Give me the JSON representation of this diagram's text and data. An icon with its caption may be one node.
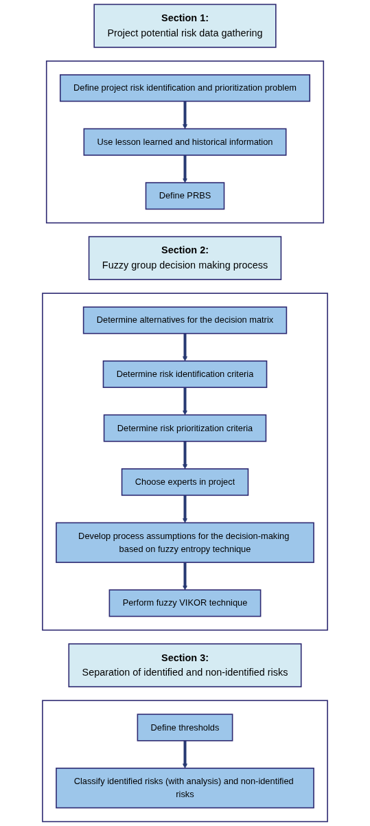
{
  "diagram": {
    "nodes": [
      {
        "text": [
          "Section 1:",
          "Project potential risk data gathering"
        ]
      },
      {
        "text": [],
        "shape": "box"
      },
      {
        "text": [
          "Define project risk identification and prioritization problem"
        ],
        "in": 1
      },
      {
        "text": [
          "Use lesson learned and historical information"
        ],
        "in": 1
      },
      {
        "text": [
          "Define PRBS"
        ],
        "in": 1
      },
      {
        "text": [
          "Section 2:",
          "Fuzzy group decision making process"
        ]
      },
      {
        "text": [],
        "shape": "box"
      },
      {
        "text": [
          "Determine alternatives for the decision matrix"
        ],
        "in": 6
      },
      {
        "text": [
          "Determine risk identification criteria"
        ],
        "in": 6
      },
      {
        "text": [
          "Determine risk prioritization criteria"
        ],
        "in": 6
      },
      {
        "text": [
          "Choose experts in project"
        ],
        "in": 6
      },
      {
        "text": [
          "Develop process assumptions for the decision-making based on fuzzy entropy technique"
        ],
        "in": 6
      },
      {
        "text": [
          "Perform fuzzy VIKOR technique"
        ],
        "in": 6
      },
      {
        "text": [
          "Section 3:",
          "Separation of identified and non-identified risks"
        ]
      },
      {
        "text": [],
        "shape": "box"
      },
      {
        "text": [
          "Define thresholds"
        ],
        "in": 14
      },
      {
        "text": [
          "Classify identified risks (with analysis) and non-identified risks"
        ],
        "in": 14
      }
    ],
    "edges": [
      {
        "from": 2,
        "to": 3,
        "arrow": "to"
      },
      {
        "from": 3,
        "to": 4,
        "arrow": "to"
      },
      {
        "from": 7,
        "to": 8,
        "arrow": "to"
      },
      {
        "from": 8,
        "to": 9,
        "arrow": "to"
      },
      {
        "from": 9,
        "to": 10,
        "arrow": "to"
      },
      {
        "from": 10,
        "to": 11,
        "arrow": "to"
      },
      {
        "from": 11,
        "to": 12,
        "arrow": "to"
      },
      {
        "from": 15,
        "to": 16,
        "arrow": "to"
      }
    ]
  }
}
